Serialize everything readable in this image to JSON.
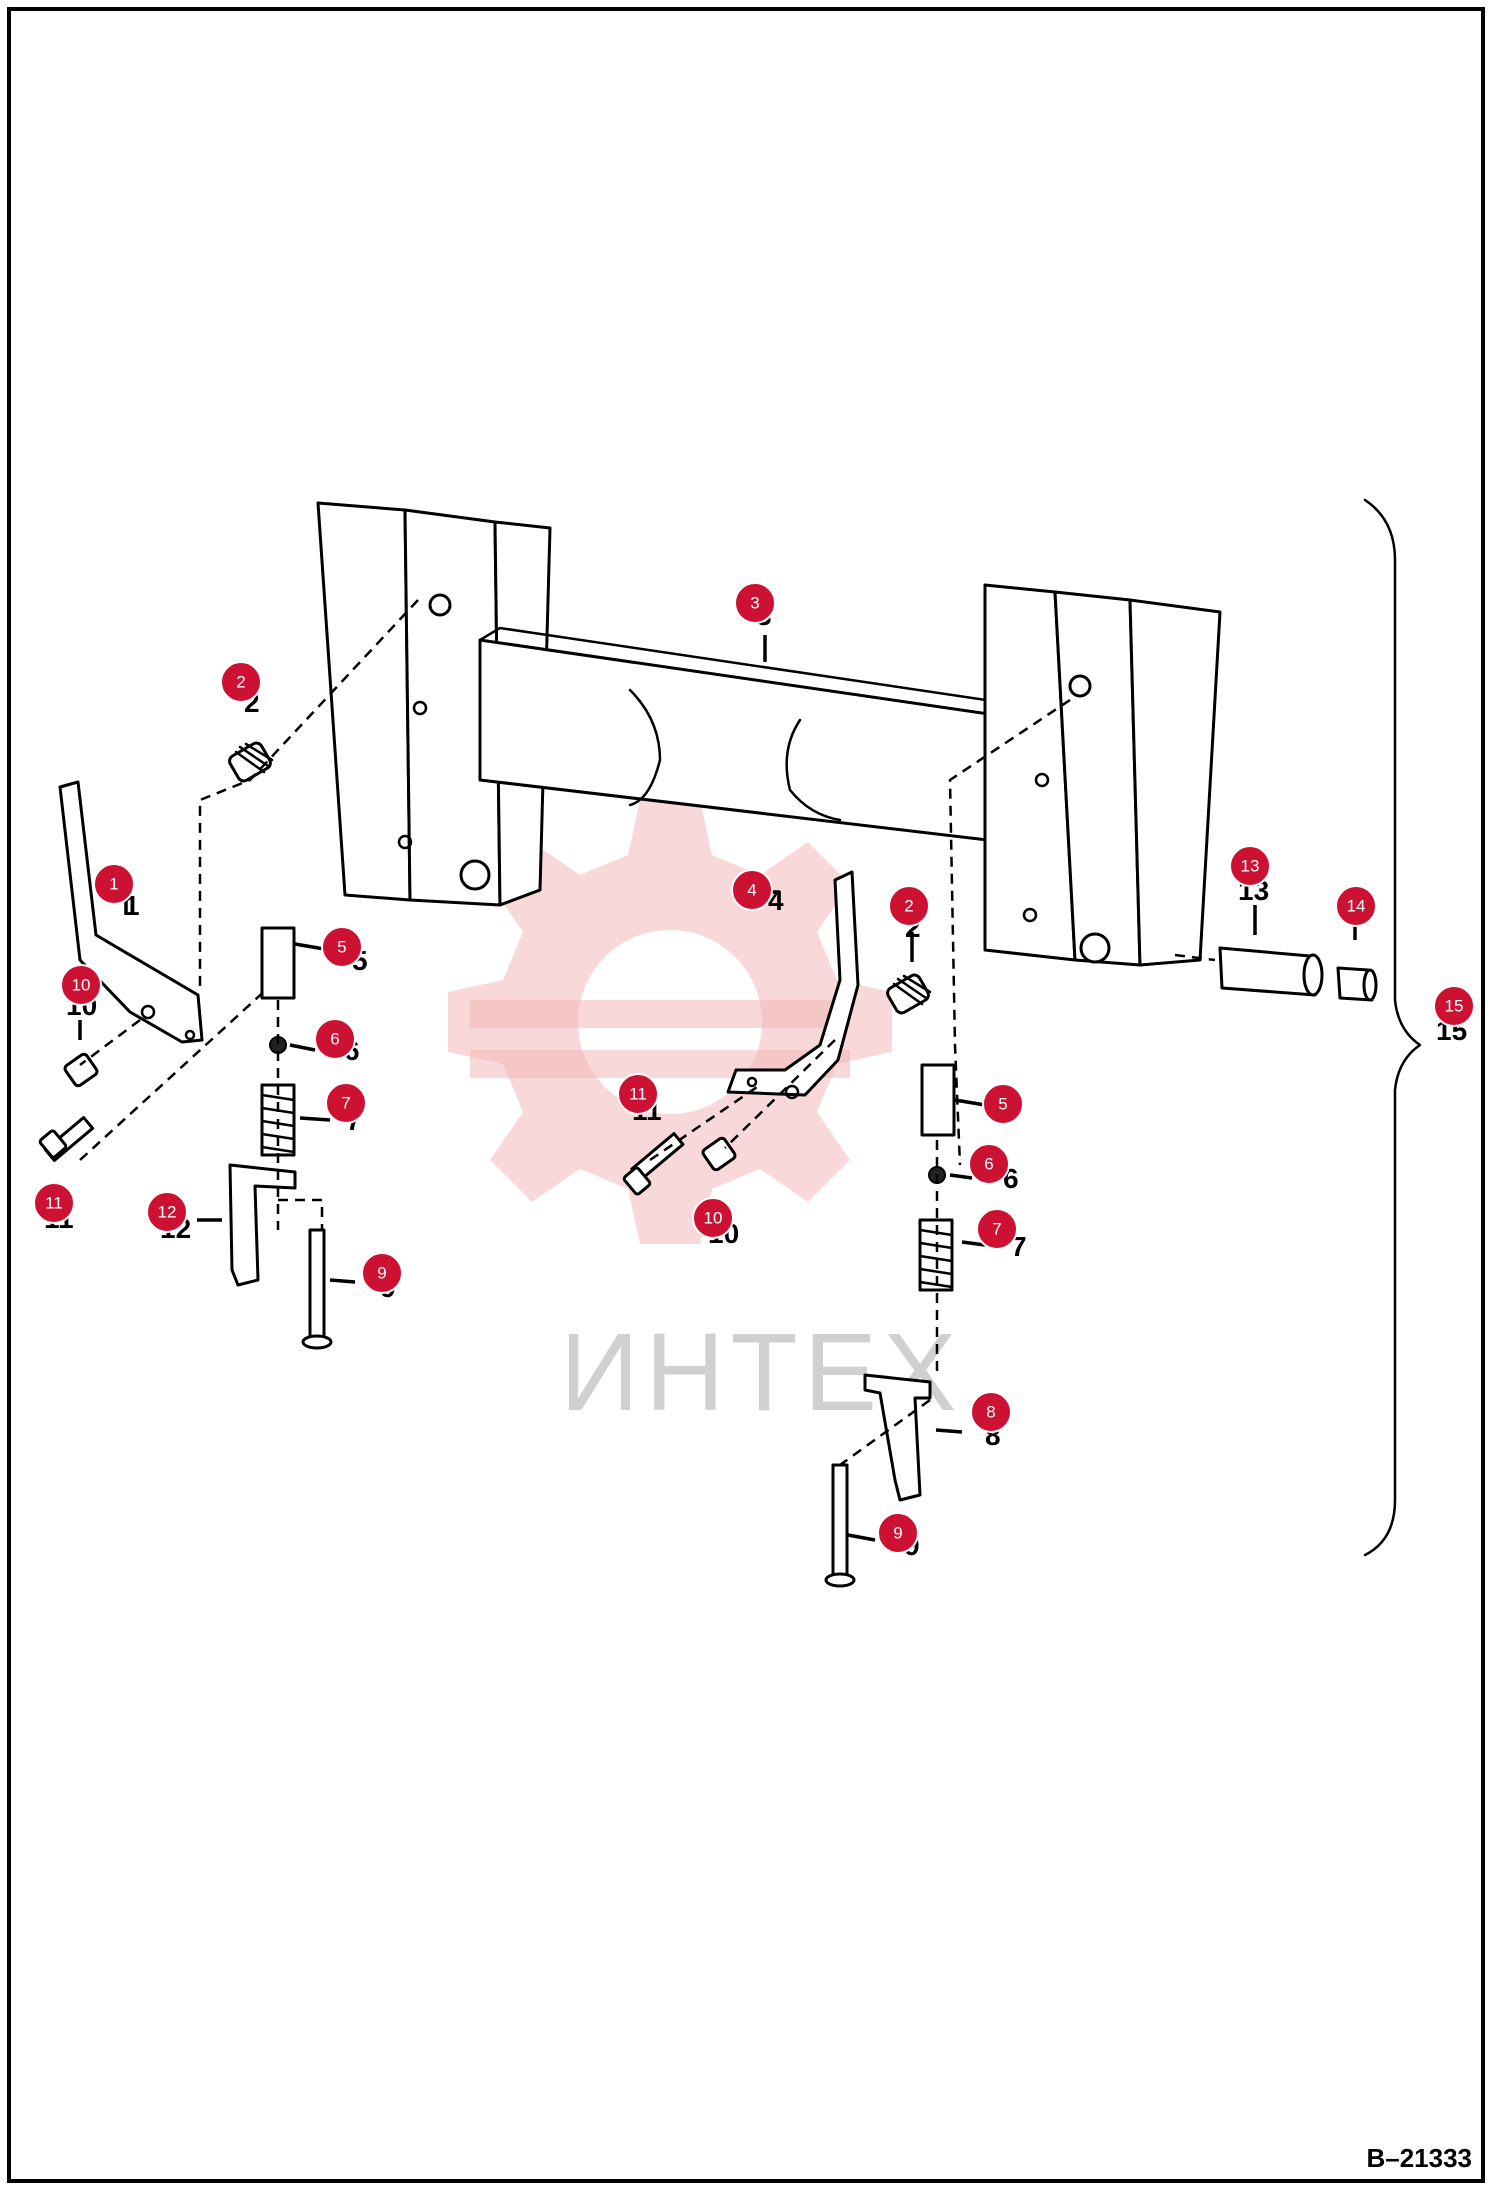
{
  "drawing_code": "B–21333",
  "watermark_text": "ИНТЕХ",
  "accent_color": "#cc1133",
  "callouts": [
    {
      "id": "p1",
      "number": "1"
    },
    {
      "id": "p2a",
      "number": "2"
    },
    {
      "id": "p2b",
      "number": "2"
    },
    {
      "id": "p3",
      "number": "3"
    },
    {
      "id": "p4",
      "number": "4"
    },
    {
      "id": "p5a",
      "number": "5"
    },
    {
      "id": "p5b",
      "number": "5"
    },
    {
      "id": "p6a",
      "number": "6"
    },
    {
      "id": "p6b",
      "number": "6"
    },
    {
      "id": "p7a",
      "number": "7"
    },
    {
      "id": "p7b",
      "number": "7"
    },
    {
      "id": "p8",
      "number": "8"
    },
    {
      "id": "p9a",
      "number": "9"
    },
    {
      "id": "p9b",
      "number": "9"
    },
    {
      "id": "p10a",
      "number": "10"
    },
    {
      "id": "p10b",
      "number": "10"
    },
    {
      "id": "p11a",
      "number": "11"
    },
    {
      "id": "p11b",
      "number": "11"
    },
    {
      "id": "p12",
      "number": "12"
    },
    {
      "id": "p13",
      "number": "13"
    },
    {
      "id": "p14",
      "number": "14"
    },
    {
      "id": "p15",
      "number": "15"
    }
  ]
}
